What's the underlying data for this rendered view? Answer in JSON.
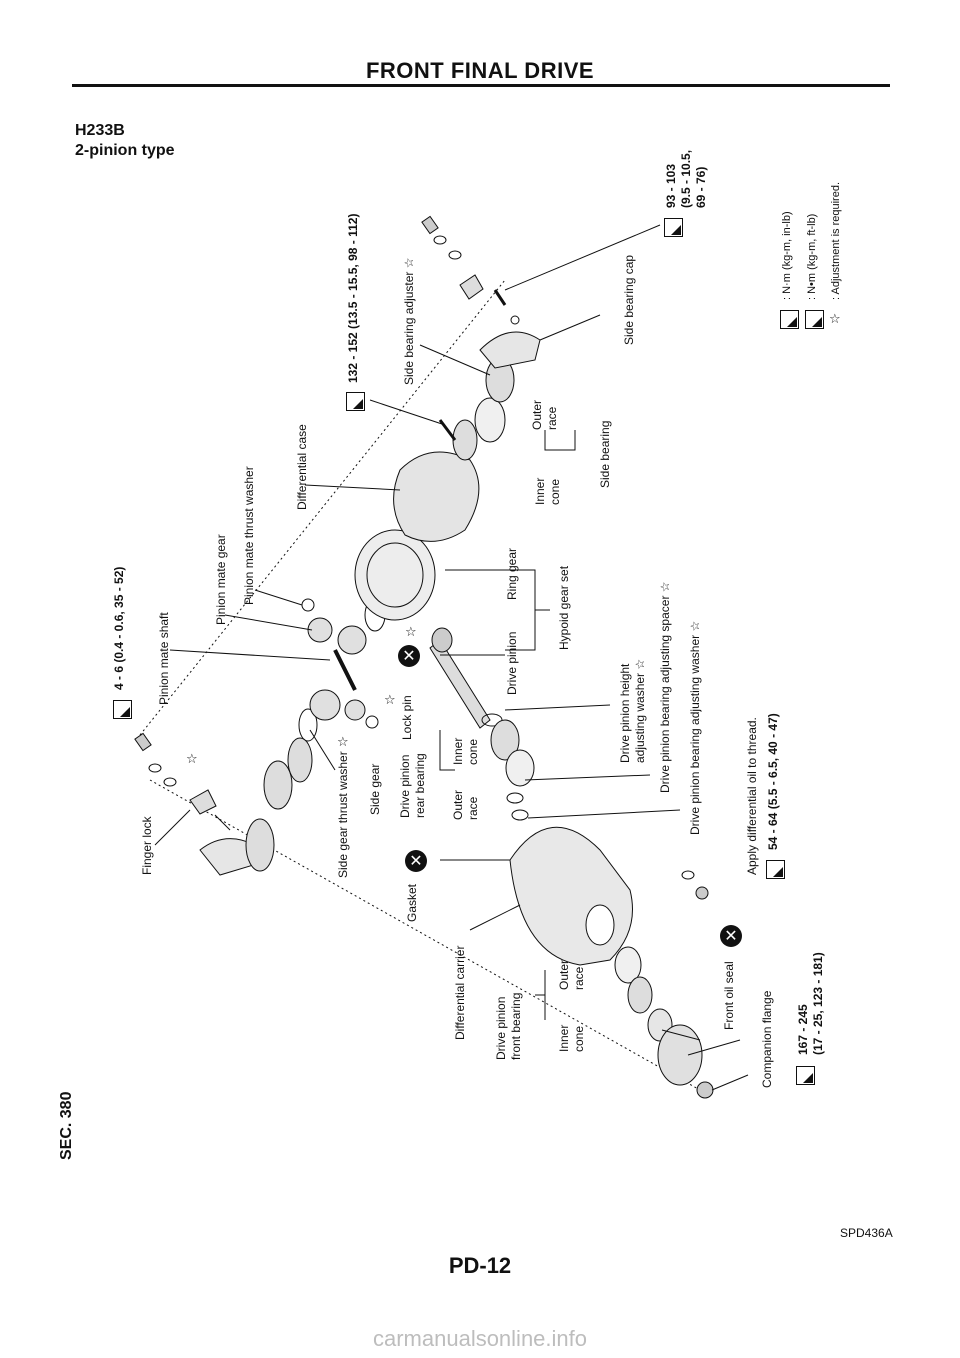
{
  "header": {
    "title": "FRONT FINAL DRIVE"
  },
  "figure": {
    "model": "H233B",
    "type": "2-pinion type",
    "section": "SEC. 380",
    "figure_id": "SPD436A"
  },
  "labels": {
    "finger_lock": "Finger lock",
    "side_gear_thrust_washer": "Side gear thrust washer",
    "pinion_mate_shaft": "Pinion mate shaft",
    "side_gear": "Side gear",
    "pinion_mate_gear": "Pinion mate gear",
    "pinion_mate_thrust_washer": "Pinion mate thrust washer",
    "lock_pin": "Lock pin",
    "differential_case": "Differential case",
    "drive_pinion_rear_bearing": "Drive pinion\nrear bearing",
    "rear_outer_race": "Outer\nrace",
    "rear_inner_cone": "Inner\ncone",
    "gasket": "Gasket",
    "differential_carrier": "Differential carrier",
    "drive_pinion_front_bearing": "Drive pinion\nfront bearing",
    "front_inner_cone": "Inner\ncone",
    "front_outer_race": "Outer\nrace",
    "companion_flange": "Companion flange",
    "front_oil_seal": "Front oil seal",
    "drive_pinion": "Drive pinion",
    "ring_gear": "Ring gear",
    "hypoid_gear_set": "Hypoid gear set",
    "drive_pinion_height_washer": "Drive pinion height\nadjusting washer",
    "drive_pinion_bearing_spacer": "Drive pinion bearing adjusting spacer",
    "drive_pinion_bearing_washer": "Drive pinion bearing adjusting washer",
    "apply_oil": "Apply differential oil to thread.",
    "side_inner_cone": "Inner\ncone",
    "side_outer_race": "Outer\nrace",
    "side_bearing": "Side bearing",
    "side_bearing_adjuster": "Side bearing adjuster",
    "side_bearing_cap": "Side bearing cap"
  },
  "torques": {
    "t1": "4 - 6 (0.4 - 0.6, 35 - 52)",
    "t2": "132 - 152 (13.5 - 15.5, 98 - 112)",
    "t3": "93 - 103\n(9.5 - 10.5,\n69 - 76)",
    "t4": "54 - 64 (5.5 - 6.5, 40 - 47)",
    "t5": "167 - 245\n(17 - 25, 123 - 181)"
  },
  "legend": {
    "nm_kgm_inlb": ": N·m (kg-m, in-lb)",
    "nm_kgm_ftlb": ": N•m (kg-m, ft-lb)",
    "adjustment": ": Adjustment is required."
  },
  "icons": {
    "torque_icon": "torque-wrench-icon",
    "replace_icon": "replace-x-icon",
    "adjust_icon": "adjust-star-icon",
    "star_glyph": "☆",
    "x_glyph": "✕"
  },
  "footer": {
    "page": "PD-12",
    "site": "carmanualsonline.info"
  }
}
